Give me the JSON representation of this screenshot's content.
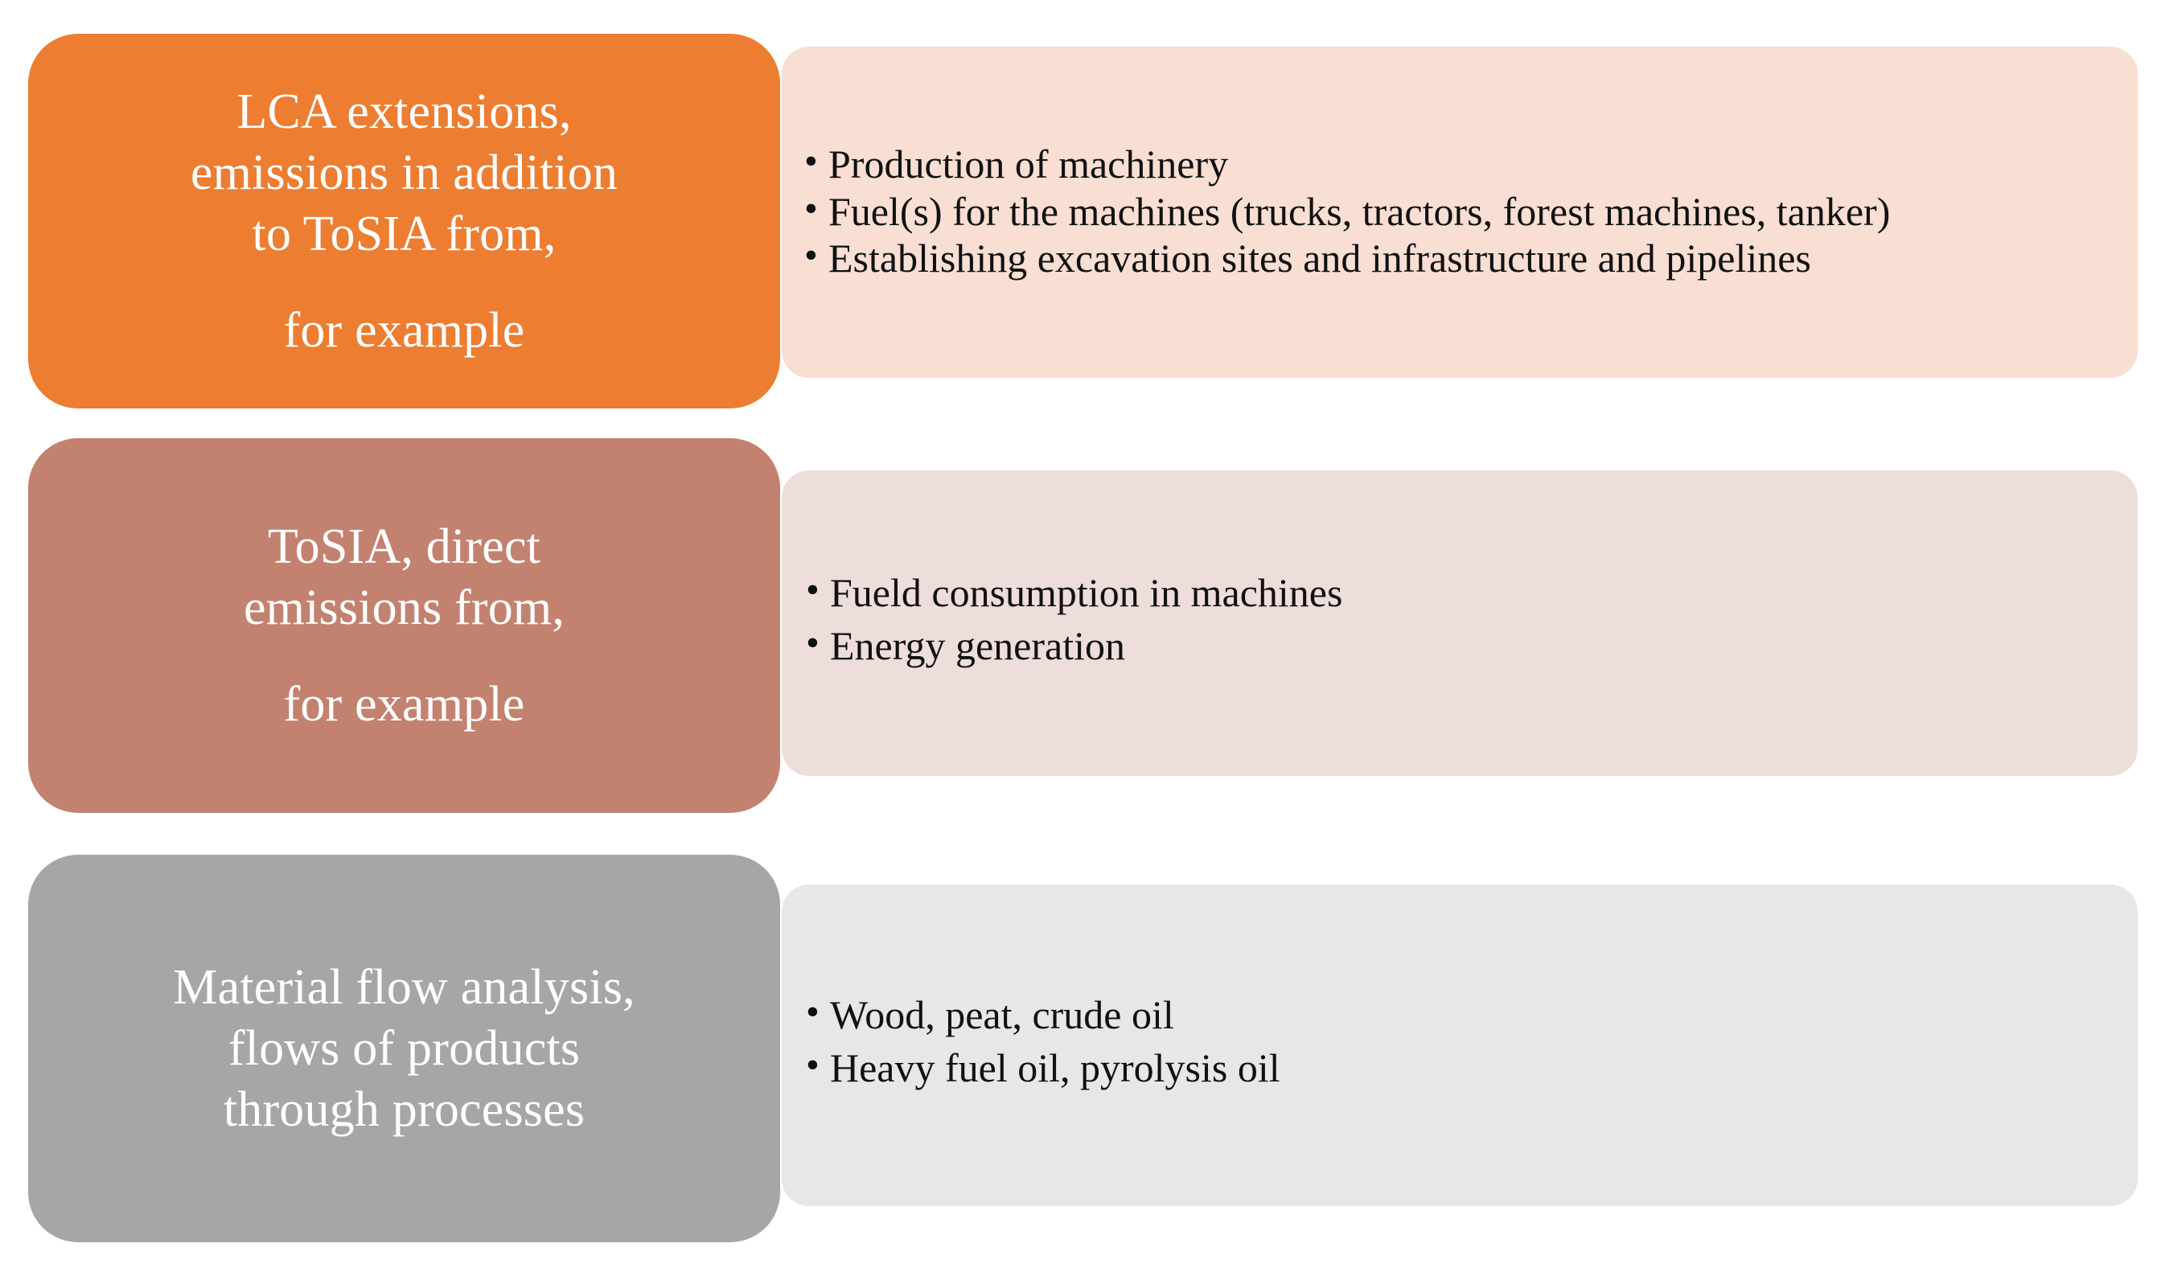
{
  "diagram": {
    "type": "three-tier-layered-block-diagram",
    "background": "#ffffff",
    "rows": [
      {
        "id": "lca-extensions",
        "label_color": "#ED7D31",
        "panel_color": "#F8DED3",
        "label_lines": [
          "LCA extensions,",
          "emissions  in addition",
          "to ToSIA from,"
        ],
        "label_tail": "for example",
        "bullets": [
          "Production of machinery",
          "Fuel(s) for the machines  (trucks,  tractors,  forest machines, tanker)",
          "Establishing excavation sites and infrastructure and pipelines"
        ]
      },
      {
        "id": "tosia-direct-emissions",
        "label_color": "#C38270",
        "panel_color": "#EEDEDB",
        "label_lines": [
          "ToSIA,  direct",
          "emissions  from,"
        ],
        "label_tail": "for example",
        "bullets": [
          "Fueld consumption in machines",
          "Energy  generation"
        ]
      },
      {
        "id": "material-flow-analysis",
        "label_color": "#A6A6A6",
        "panel_color": "#E7E7E7",
        "label_lines": [
          "Material flow analysis,",
          "flows  of products",
          "through  processes"
        ],
        "label_tail": "",
        "bullets": [
          "Wood, peat,  crude  oil",
          "Heavy  fuel oil, pyrolysis  oil"
        ]
      }
    ]
  }
}
